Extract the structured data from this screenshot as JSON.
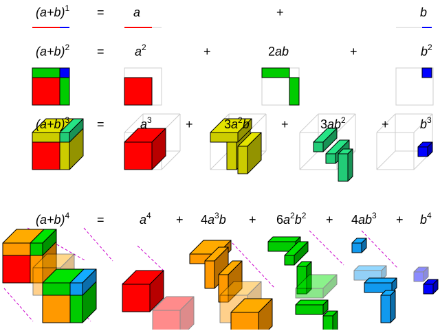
{
  "colors": {
    "a": "#ff0000",
    "b": "#0000ff",
    "a3b": "#cccc00",
    "ab3": "#22cc77",
    "a3b_row4": "#ff9900",
    "a2b2": "#00cc00",
    "ab3_row4": "#1199ee",
    "guide": "#cc00cc",
    "frame": "#cccccc"
  },
  "rows": [
    {
      "lhs_base": "(a+b)",
      "lhs_exp": "1",
      "equals": "=",
      "terms": [
        {
          "parts": [
            {
              "t": "a",
              "i": true
            }
          ]
        },
        {
          "parts": [
            {
              "t": "b",
              "i": true
            }
          ]
        }
      ],
      "plus": [
        "+"
      ]
    },
    {
      "lhs_base": "(a+b)",
      "lhs_exp": "2",
      "equals": "=",
      "terms": [
        {
          "parts": [
            {
              "t": "a",
              "i": true
            },
            {
              "t": "2",
              "s": true
            }
          ]
        },
        {
          "parts": [
            {
              "t": "2"
            },
            {
              "t": "ab",
              "i": true
            }
          ]
        },
        {
          "parts": [
            {
              "t": "b",
              "i": true
            },
            {
              "t": "2",
              "s": true
            }
          ]
        }
      ],
      "plus": [
        "+",
        "+"
      ]
    },
    {
      "lhs_base": "(a+b)",
      "lhs_exp": "3",
      "equals": "=",
      "terms": [
        {
          "parts": [
            {
              "t": "a",
              "i": true
            },
            {
              "t": "3",
              "s": true
            }
          ]
        },
        {
          "parts": [
            {
              "t": "3"
            },
            {
              "t": "a",
              "i": true
            },
            {
              "t": "2",
              "s": true
            },
            {
              "t": "b",
              "i": true
            }
          ]
        },
        {
          "parts": [
            {
              "t": "3"
            },
            {
              "t": "ab",
              "i": true
            },
            {
              "t": "2",
              "s": true
            }
          ]
        },
        {
          "parts": [
            {
              "t": "b",
              "i": true
            },
            {
              "t": "3",
              "s": true
            }
          ]
        }
      ],
      "plus": [
        "+",
        "+",
        "+"
      ]
    },
    {
      "lhs_base": "(a+b)",
      "lhs_exp": "4",
      "equals": "=",
      "terms": [
        {
          "parts": [
            {
              "t": "a",
              "i": true
            },
            {
              "t": "4",
              "s": true
            }
          ]
        },
        {
          "parts": [
            {
              "t": "4"
            },
            {
              "t": "a",
              "i": true
            },
            {
              "t": "3",
              "s": true
            },
            {
              "t": "b",
              "i": true
            }
          ]
        },
        {
          "parts": [
            {
              "t": "6"
            },
            {
              "t": "a",
              "i": true
            },
            {
              "t": "2",
              "s": true
            },
            {
              "t": "b",
              "i": true
            },
            {
              "t": "2",
              "s": true
            }
          ]
        },
        {
          "parts": [
            {
              "t": "4"
            },
            {
              "t": "ab",
              "i": true
            },
            {
              "t": "3",
              "s": true
            }
          ]
        },
        {
          "parts": [
            {
              "t": "b",
              "i": true
            },
            {
              "t": "4",
              "s": true
            }
          ]
        }
      ],
      "plus": [
        "+",
        "+",
        "+",
        "+"
      ]
    }
  ]
}
